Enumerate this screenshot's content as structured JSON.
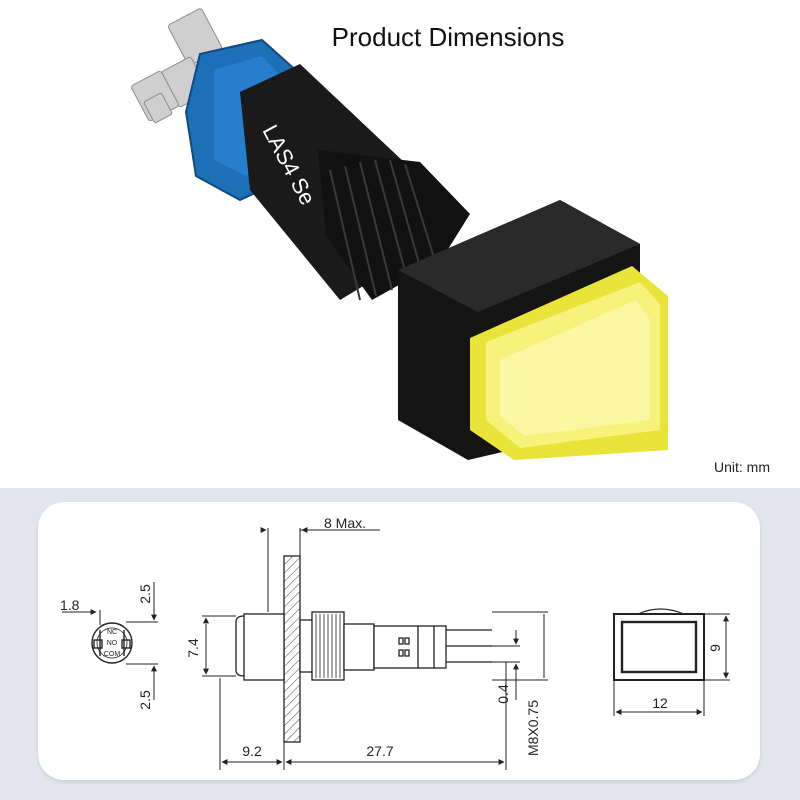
{
  "title": "Product Dimensions",
  "unit_label": "Unit: mm",
  "product": {
    "body_marking": "LAS4 Se",
    "lens_color": "#f2ee3a",
    "body_color": "#1a1a1a",
    "socket_color": "#1d6fb8",
    "terminal_color": "#c9c9c9"
  },
  "terminal_markings": {
    "nc": "NC",
    "no": "NO",
    "com": "COM"
  },
  "dimensions": {
    "terminal_spacing": "1.8",
    "terminal_offset_top": "2.5",
    "terminal_offset_bottom": "2.5",
    "panel_thickness_max": "8 Max.",
    "cap_height": "7.4",
    "cap_length": "9.2",
    "body_length": "27.7",
    "terminal_gap": "0.4",
    "thread": "M8X0.75",
    "front_width": "12",
    "front_height": "9"
  },
  "colors": {
    "panel_bg": "#e3e6ee",
    "line": "#222222"
  }
}
